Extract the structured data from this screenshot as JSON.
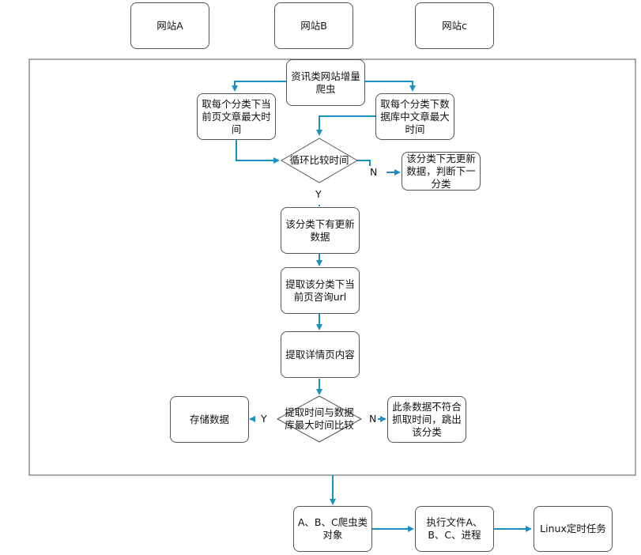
{
  "sites": {
    "a": "网站A",
    "b": "网站B",
    "c": "网站c"
  },
  "flow": {
    "crawler": "资讯类网站增量爬虫",
    "left_get": "取每个分类下当前页文章最大时间",
    "right_get": "取每个分类下数据库中文章最大时间",
    "loop_compare": "循环比较时间",
    "no_update": "该分类下无更新数据，判断下一分类",
    "has_update": "该分类下有更新数据",
    "extract_url": "提取该分类下当前页咨询url",
    "extract_detail": "提取详情页内容",
    "compare_time": "提取时间与数据库最大时间比较",
    "store": "存储数据",
    "skip": "此条数据不符合抓取时间，跳出该分类"
  },
  "labels": {
    "n1": "N",
    "y1": "Y",
    "y2": "Y",
    "n2": "N"
  },
  "bottom": {
    "crawler_objects": "A、B、C爬虫类对象",
    "execute": "执行文件A、B、C、进程",
    "linux": "Linux定时任务"
  },
  "colors": {
    "arrow": "#1a8fc6",
    "border": "#555555"
  }
}
